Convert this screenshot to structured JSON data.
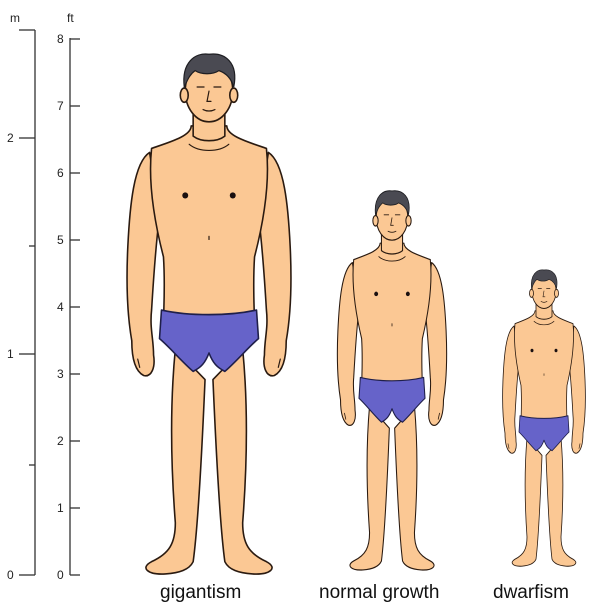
{
  "scale": {
    "metric_unit": "m",
    "imperial_unit": "ft",
    "metric_ticks": [
      "0",
      "1",
      "2"
    ],
    "imperial_ticks": [
      "0",
      "1",
      "2",
      "3",
      "4",
      "5",
      "6",
      "7",
      "8"
    ]
  },
  "figures": [
    {
      "label": "gigantism"
    },
    {
      "label": "normal growth"
    },
    {
      "label": "dwarfism"
    }
  ],
  "colors": {
    "skin": "#fbc894",
    "shorts": "#6663c9",
    "hair": "#4a4a52",
    "outline": "#2a1a10"
  }
}
